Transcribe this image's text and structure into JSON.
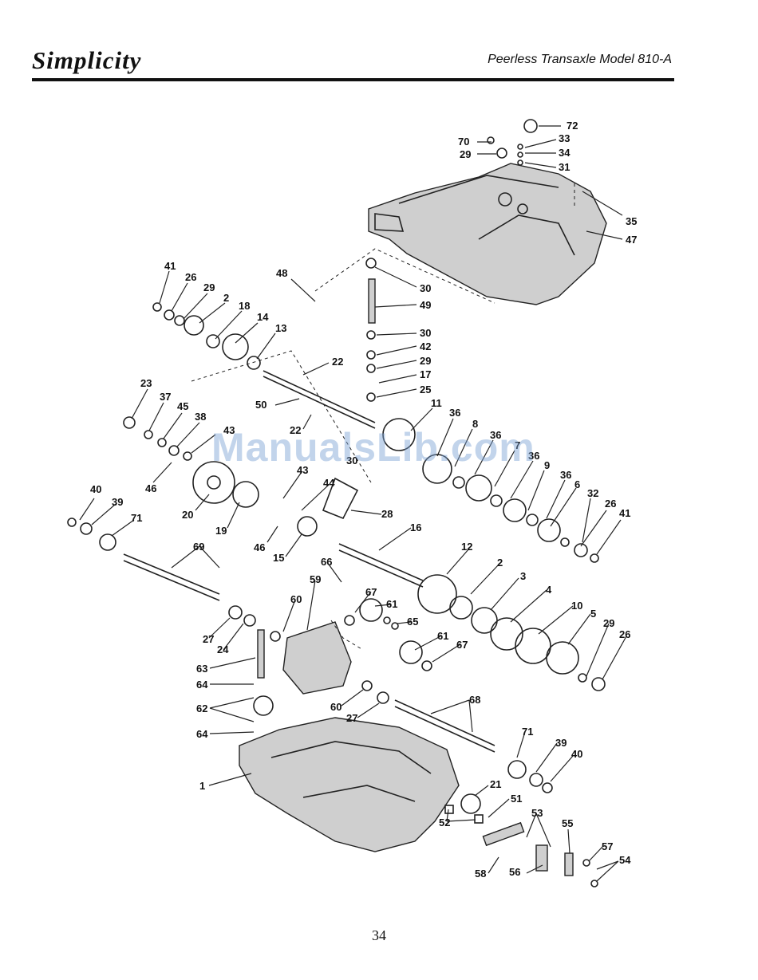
{
  "header": {
    "brand": "Simplicity",
    "title": "Peerless Transaxle Model 810-A"
  },
  "watermark": "ManualsLib.com",
  "page_number": "34",
  "callouts": [
    {
      "label": "72"
    },
    {
      "label": "70"
    },
    {
      "label": "33"
    },
    {
      "label": "34"
    },
    {
      "label": "29"
    },
    {
      "label": "31"
    },
    {
      "label": "35"
    },
    {
      "label": "47"
    },
    {
      "label": "41"
    },
    {
      "label": "26"
    },
    {
      "label": "29"
    },
    {
      "label": "2"
    },
    {
      "label": "18"
    },
    {
      "label": "14"
    },
    {
      "label": "13"
    },
    {
      "label": "48"
    },
    {
      "label": "30"
    },
    {
      "label": "49"
    },
    {
      "label": "30"
    },
    {
      "label": "42"
    },
    {
      "label": "29"
    },
    {
      "label": "17"
    },
    {
      "label": "25"
    },
    {
      "label": "22"
    },
    {
      "label": "50"
    },
    {
      "label": "22"
    },
    {
      "label": "23"
    },
    {
      "label": "37"
    },
    {
      "label": "45"
    },
    {
      "label": "38"
    },
    {
      "label": "43"
    },
    {
      "label": "30"
    },
    {
      "label": "11"
    },
    {
      "label": "36"
    },
    {
      "label": "8"
    },
    {
      "label": "36"
    },
    {
      "label": "7"
    },
    {
      "label": "36"
    },
    {
      "label": "9"
    },
    {
      "label": "36"
    },
    {
      "label": "6"
    },
    {
      "label": "32"
    },
    {
      "label": "26"
    },
    {
      "label": "41"
    },
    {
      "label": "46"
    },
    {
      "label": "20"
    },
    {
      "label": "19"
    },
    {
      "label": "43"
    },
    {
      "label": "44"
    },
    {
      "label": "28"
    },
    {
      "label": "46"
    },
    {
      "label": "15"
    },
    {
      "label": "16"
    },
    {
      "label": "40"
    },
    {
      "label": "39"
    },
    {
      "label": "71"
    },
    {
      "label": "69"
    },
    {
      "label": "66"
    },
    {
      "label": "12"
    },
    {
      "label": "2"
    },
    {
      "label": "3"
    },
    {
      "label": "4"
    },
    {
      "label": "10"
    },
    {
      "label": "5"
    },
    {
      "label": "29"
    },
    {
      "label": "26"
    },
    {
      "label": "59"
    },
    {
      "label": "60"
    },
    {
      "label": "67"
    },
    {
      "label": "61"
    },
    {
      "label": "65"
    },
    {
      "label": "61"
    },
    {
      "label": "67"
    },
    {
      "label": "27"
    },
    {
      "label": "24"
    },
    {
      "label": "63"
    },
    {
      "label": "64"
    },
    {
      "label": "62"
    },
    {
      "label": "64"
    },
    {
      "label": "60"
    },
    {
      "label": "27"
    },
    {
      "label": "68"
    },
    {
      "label": "71"
    },
    {
      "label": "39"
    },
    {
      "label": "40"
    },
    {
      "label": "1"
    },
    {
      "label": "21"
    },
    {
      "label": "51"
    },
    {
      "label": "52"
    },
    {
      "label": "53"
    },
    {
      "label": "55"
    },
    {
      "label": "57"
    },
    {
      "label": "54"
    },
    {
      "label": "58"
    },
    {
      "label": "56"
    }
  ]
}
